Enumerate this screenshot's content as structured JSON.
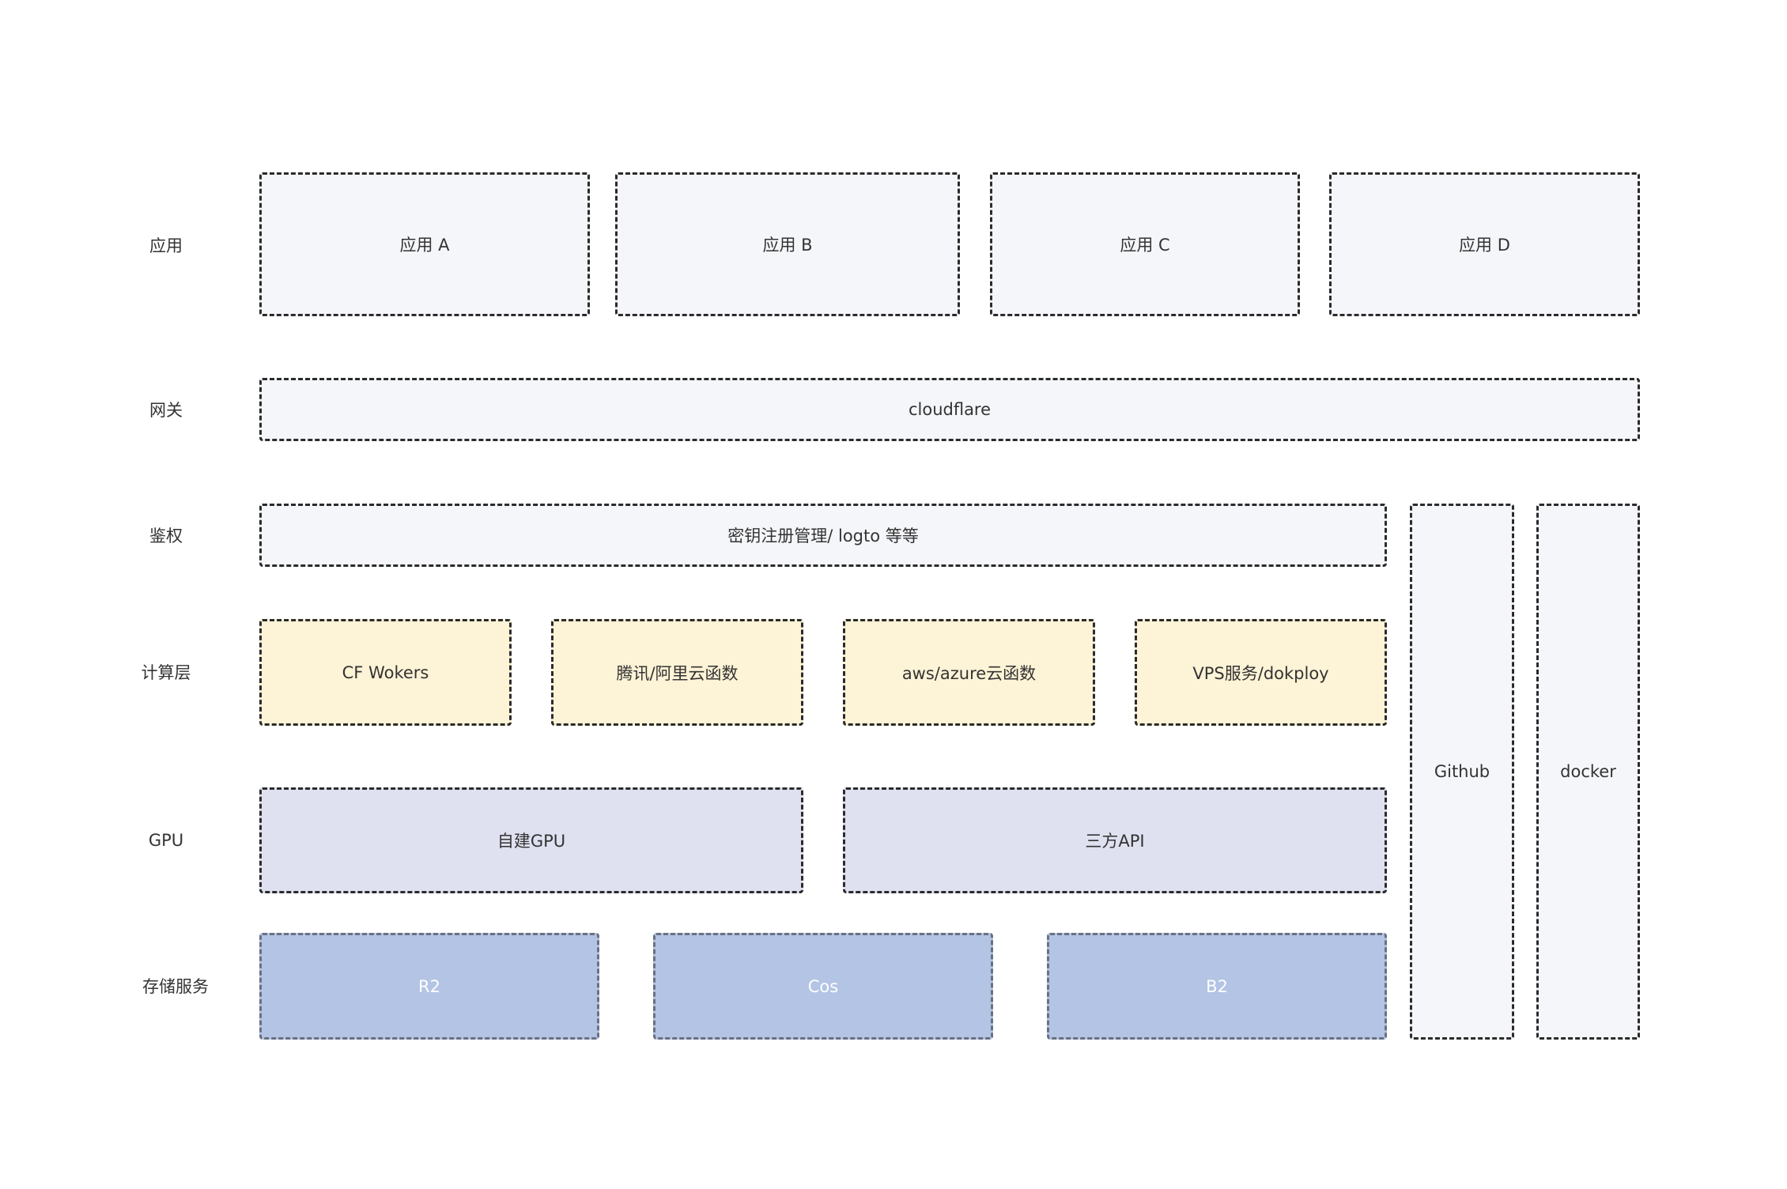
{
  "rows": {
    "app": "应用",
    "gateway": "网关",
    "auth": "鉴权",
    "compute": "计算层",
    "gpu": "GPU",
    "storage": "存储服务"
  },
  "apps": [
    "应用 A",
    "应用 B",
    "应用 C",
    "应用 D"
  ],
  "gateway": "cloudflare",
  "auth": "密钥注册管理/ logto 等等",
  "compute": [
    "CF Wokers",
    "腾讯/阿里云函数",
    "aws/azure云函数",
    "VPS服务/dokploy"
  ],
  "gpu": [
    "自建GPU",
    "三方API"
  ],
  "storage": [
    "R2",
    "Cos",
    "B2"
  ],
  "side": [
    "Github",
    "docker"
  ],
  "colors": {
    "light_box": "#f5f6fa",
    "compute_box": "#fdf3d6",
    "gpu_box": "#dfe1f0",
    "storage_box": "#b3c4e4",
    "border": "#2b2b2b"
  }
}
